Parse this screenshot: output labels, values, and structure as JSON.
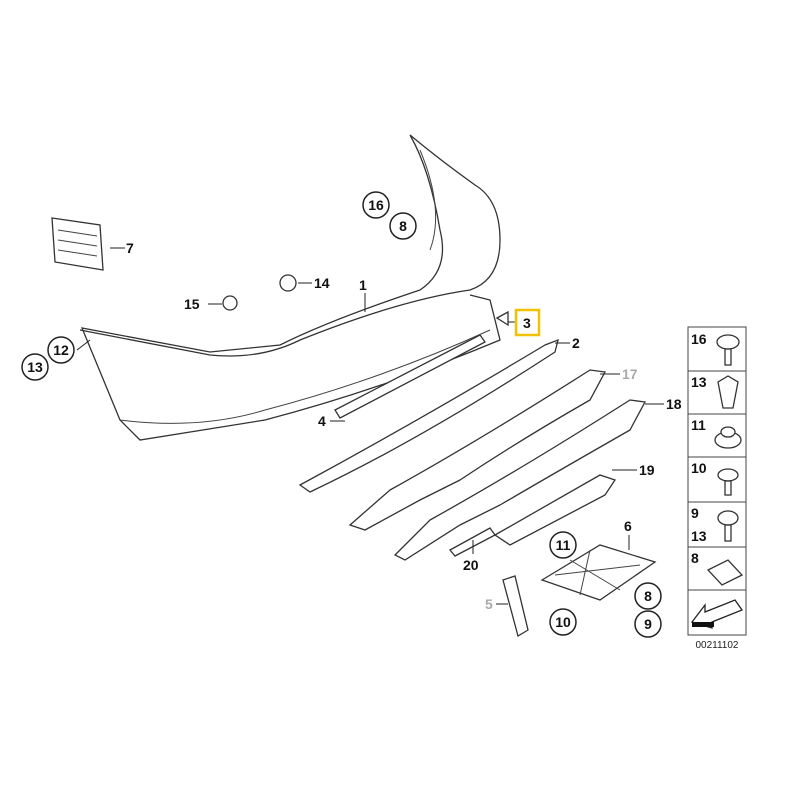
{
  "diagram": {
    "labels": {
      "l1": "1",
      "l2": "2",
      "l3": "3",
      "l4": "4",
      "l5": "5",
      "l6": "6",
      "l7": "7",
      "l14": "14",
      "l15": "15",
      "l17": "17",
      "l18": "18",
      "l19": "19",
      "l20": "20"
    },
    "circled": {
      "c16": "16",
      "c8a": "8",
      "c12": "12",
      "c13": "13",
      "c11": "11",
      "c10": "10",
      "c8b": "8",
      "c9": "9"
    },
    "highlight_color": "#f2c200",
    "legend": {
      "rows": [
        "16",
        "13",
        "11",
        "10",
        "9",
        "13",
        "8"
      ],
      "code": "00211102"
    }
  }
}
